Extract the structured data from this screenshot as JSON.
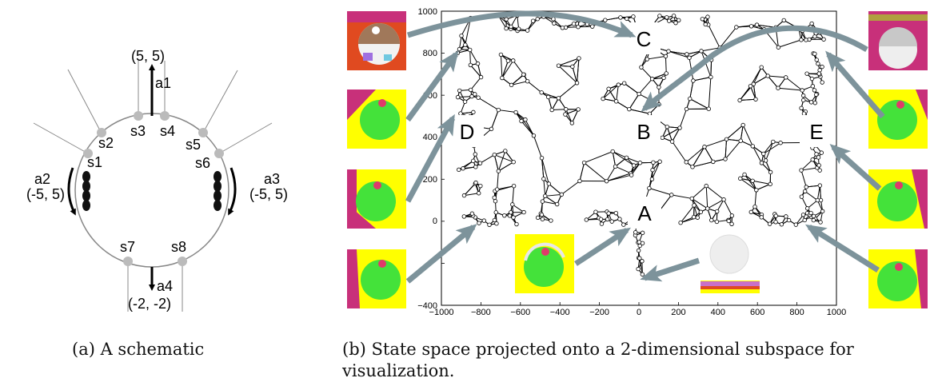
{
  "schematic": {
    "sensors": [
      "s1",
      "s2",
      "s3",
      "s4",
      "s5",
      "s6",
      "s7",
      "s8"
    ],
    "actions": [
      {
        "name": "a1",
        "value": "(5, 5)"
      },
      {
        "name": "a2",
        "value": "(-5, 5)"
      },
      {
        "name": "a3",
        "value": "(-5, 5)"
      },
      {
        "name": "a4",
        "value": "(-2, -2)"
      }
    ]
  },
  "plot": {
    "x_ticks": [
      "−1000",
      "−800",
      "−600",
      "−400",
      "−200",
      "0",
      "200",
      "400",
      "600",
      "800",
      "1000"
    ],
    "y_ticks": [
      "−400",
      "0",
      "200",
      "400",
      "600",
      "800",
      "1000"
    ],
    "xlim": [
      -1000,
      1000
    ],
    "ylim": [
      -400,
      1000
    ],
    "region_labels": [
      "A",
      "B",
      "C",
      "D",
      "E"
    ]
  },
  "captions": {
    "a": "(a) A schematic",
    "b": "(b) State space projected onto a 2-dimensional subspace for visualization."
  },
  "colors": {
    "arrow": "#7d939b",
    "thumb_yellow": "#ffff00",
    "thumb_magenta": "#c8307a",
    "thumb_green": "#44e23a",
    "thumb_red": "#e04a20"
  }
}
